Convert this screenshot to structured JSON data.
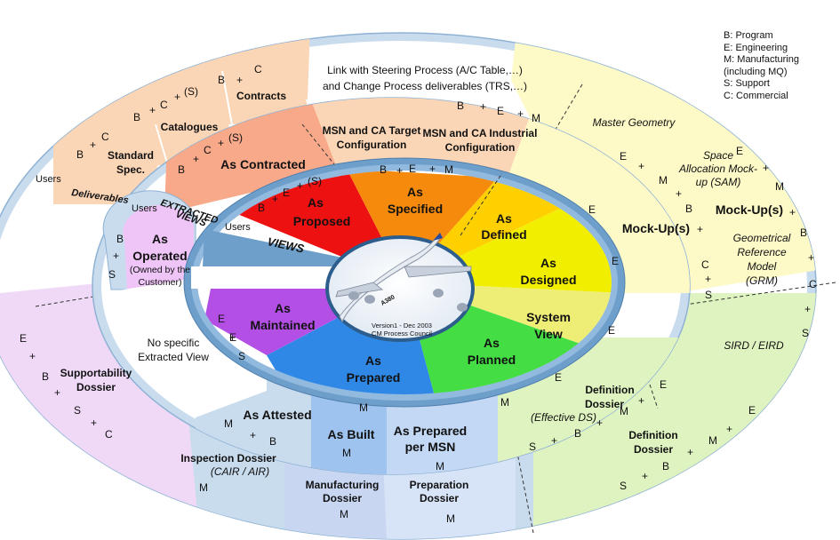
{
  "legend": [
    "B: Program",
    "E: Engineering",
    "M: Manufacturing",
    "(including MQ)",
    "S: Support",
    "C: Commercial"
  ],
  "rings": {
    "users": "Users",
    "deliverables": "Deliverables",
    "extracted_views_1": "EXTRACTED",
    "extracted_views_2": "VIEWS",
    "views": "VIEWS"
  },
  "outer": {
    "steering_1": "Link with Steering Process (A/C Table,…)",
    "steering_2": "and Change Process deliverables (TRS,…)",
    "contracts": "Contracts",
    "catalogues": "Catalogues",
    "standard_spec_1": "Standard",
    "standard_spec_2": "Spec.",
    "master_geometry": "Master Geometry",
    "sam_1": "Space",
    "sam_2": "Allocation Mock-",
    "sam_3": "up (SAM)",
    "mockups_outer": "Mock-Up(s)",
    "grm_1": "Geometrical",
    "grm_2": "Reference",
    "grm_3": "Model",
    "grm_4": "(GRM)",
    "sird": "SIRD / EIRD",
    "definition_dossier_outer_1": "Definition",
    "definition_dossier_outer_2": "Dossier",
    "preparation_1": "Preparation",
    "preparation_2": "Dossier",
    "manufacturing_1": "Manufacturing",
    "manufacturing_2": "Dossier",
    "inspection_1": "Inspection Dossier",
    "inspection_2": "(CAIR / AIR)",
    "supportability_1": "Supportability",
    "supportability_2": "Dossier",
    "no_specific_1": "No specific",
    "no_specific_2": "Extracted View"
  },
  "middle": {
    "as_contracted": "As Contracted",
    "msn_target_1": "MSN and CA Target",
    "msn_target_2": "Configuration",
    "msn_industrial_1": "MSN and CA Industrial",
    "msn_industrial_2": "Configuration",
    "mockups_mid": "Mock-Up(s)",
    "definition_dossier_1": "Definition",
    "definition_dossier_2": "Dossier",
    "effective_ds": "(Effective DS)",
    "as_attested": "As Attested",
    "as_built": "As Built",
    "as_prepared_msn_1": "As Prepared",
    "as_prepared_msn_2": "per MSN"
  },
  "views": {
    "as_proposed_1": "As",
    "as_proposed_2": "Proposed",
    "as_specified_1": "As",
    "as_specified_2": "Specified",
    "as_defined_1": "As",
    "as_defined_2": "Defined",
    "as_designed_1": "As",
    "as_designed_2": "Designed",
    "system_view_1": "System",
    "system_view_2": "View",
    "as_planned_1": "As",
    "as_planned_2": "Planned",
    "as_prepared_1": "As",
    "as_prepared_2": "Prepared",
    "as_maintained_1": "As",
    "as_maintained_2": "Maintained"
  },
  "as_operated": {
    "line1": "As",
    "line2": "Operated",
    "line3": "(Owned by the",
    "line4": "Customer)"
  },
  "center": {
    "version": "Version1 - Dec 2003",
    "council": "CM Process Council",
    "aircraft_mark": "A380"
  },
  "colors": {
    "proposed": "#ee1111",
    "specified": "#f58a0c",
    "defined": "#ffd000",
    "designed": "#f2ee00",
    "system_view": "#eeee77",
    "planned": "#44dd44",
    "prepared": "#2f88e6",
    "maintained": "#b44fe6",
    "contracted": "#f7a98a",
    "peach": "#fbd6b6",
    "yellow_zone": "#fdfac8",
    "green_zone": "#dff3c0",
    "support_zone": "#efd9f7",
    "attest_zone": "#c4d8f0",
    "ring_blue": "#c9dcee",
    "ring_dark": "#6e9fcb"
  },
  "codes": {
    "c1": "B",
    "c2": "+",
    "c3": "C",
    "c4": "B",
    "c5": "+",
    "c6": "C",
    "c7": "+",
    "c8": "(S)",
    "c9": "B",
    "c10": "+",
    "c11": "C",
    "c12": "B",
    "c13": "+",
    "c14": "E",
    "c15": "+",
    "c16": "M",
    "c17": "B",
    "c18": "+",
    "c19": "C",
    "c20": "+",
    "c21": "(S)",
    "c22": "B",
    "c23": "+",
    "c24": "E",
    "c25": "+",
    "c26": "M",
    "c27": "B",
    "c28": "+",
    "c29": "E",
    "c30": "+",
    "c31": "(S)",
    "c32": "E",
    "c33": "+",
    "c34": "M",
    "c35": "+",
    "c36": "B",
    "c37": "+",
    "c38": "C",
    "c39": "+",
    "c40": "S",
    "c41": "E",
    "c42": "+",
    "c43": "M",
    "c44": "+",
    "c45": "B",
    "c46": "+",
    "c47": "C",
    "c48": "+",
    "c49": "S",
    "c50": "E",
    "c51": "E",
    "c52": "E",
    "c53": "E",
    "c54": "E",
    "c55": "M",
    "c56": "M",
    "c57": "E",
    "c58": "+",
    "c59": "M",
    "c60": "+",
    "c61": "B",
    "c62": "+",
    "c63": "S",
    "c64": "E",
    "c65": "+",
    "c66": "M",
    "c67": "+",
    "c68": "B",
    "c69": "+",
    "c70": "S",
    "c71": "M",
    "c72": "+",
    "c73": "B",
    "c74": "M",
    "c75": "M",
    "c76": "M",
    "c77": "M",
    "c78": "M",
    "c79": "E",
    "c80": "+",
    "c81": "S",
    "c82": "E",
    "c83": "+",
    "c84": "B",
    "c85": "+",
    "c86": "S",
    "c87": "+",
    "c88": "C",
    "c89": "B",
    "c90": "+",
    "c91": "S"
  }
}
